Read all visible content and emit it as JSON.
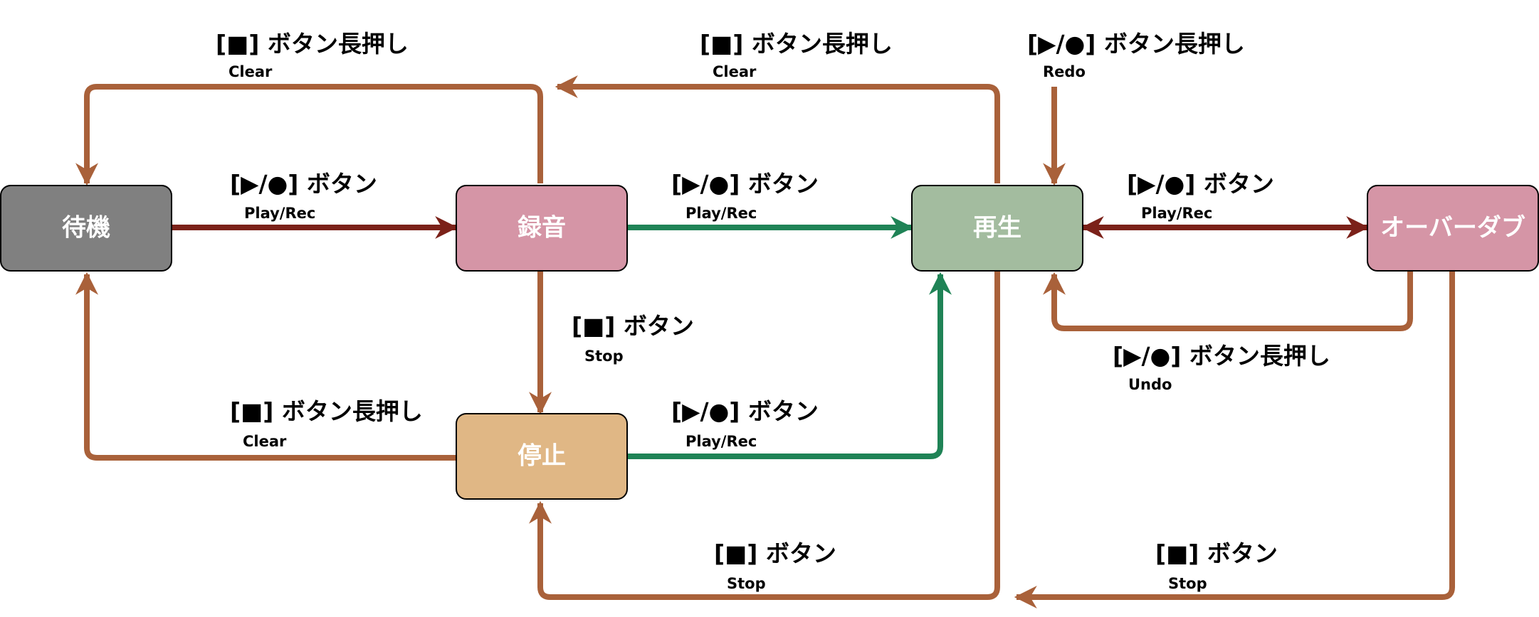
{
  "colors": {
    "brown": "#a9613a",
    "darkred": "#7b2119",
    "green": "#1f8356",
    "standby_fill": "#808080",
    "record_fill": "#d595a6",
    "play_fill": "#a3bc9f",
    "stop_fill": "#e0b785",
    "overdub_fill": "#d595a6"
  },
  "nodes": {
    "standby": "待機",
    "record": "録音",
    "play": "再生",
    "stop": "停止",
    "overdub": "オーバーダブ"
  },
  "edges": {
    "clear_top_left": {
      "main": "[■] ボタン長押し",
      "sub": "Clear"
    },
    "clear_top_mid": {
      "main": "[■] ボタン長押し",
      "sub": "Clear"
    },
    "redo": {
      "main": "[▶/●] ボタン長押し",
      "sub": "Redo"
    },
    "standby_to_record": {
      "main": "[▶/●] ボタン",
      "sub": "Play/Rec"
    },
    "record_to_play": {
      "main": "[▶/●] ボタン",
      "sub": "Play/Rec"
    },
    "play_overdub": {
      "main": "[▶/●] ボタン",
      "sub": "Play/Rec"
    },
    "record_to_stop": {
      "main": "[■] ボタン",
      "sub": "Stop"
    },
    "undo": {
      "main": "[▶/●] ボタン長押し",
      "sub": "Undo"
    },
    "stop_to_standby": {
      "main": "[■] ボタン長押し",
      "sub": "Clear"
    },
    "stop_to_play": {
      "main": "[▶/●] ボタン",
      "sub": "Play/Rec"
    },
    "play_to_stop": {
      "main": "[■] ボタン",
      "sub": "Stop"
    },
    "overdub_to_stop": {
      "main": "[■] ボタン",
      "sub": "Stop"
    }
  }
}
